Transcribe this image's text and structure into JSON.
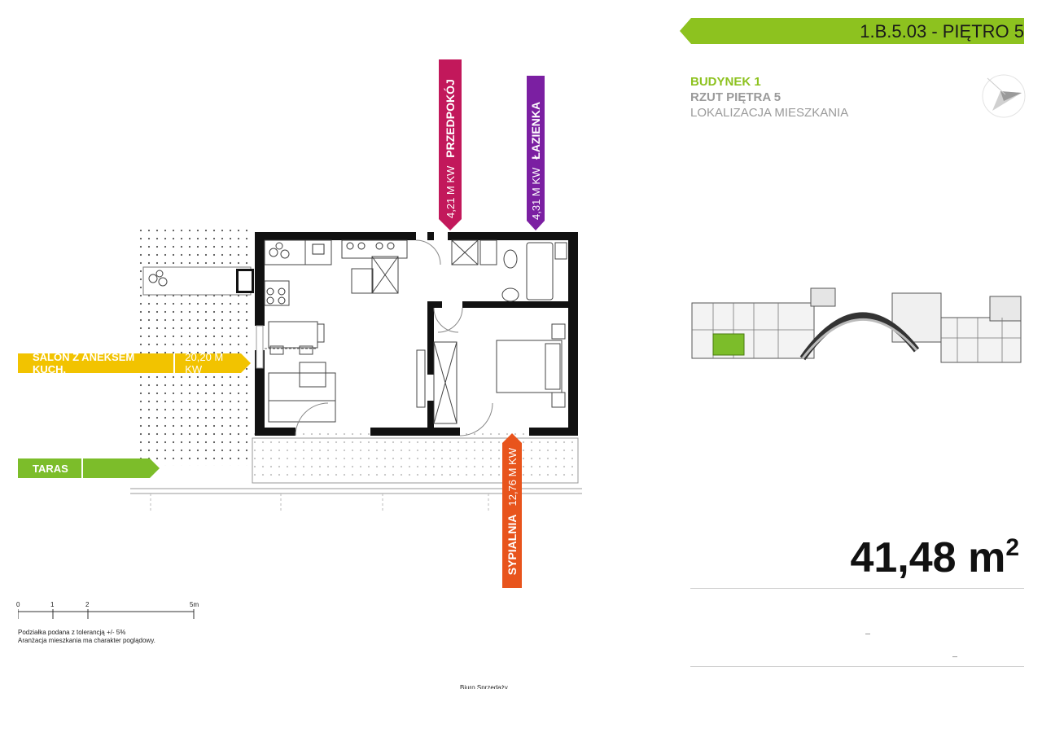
{
  "header": {
    "unit_code": "1.B.5.03",
    "floor": "- PIĘTRO 5"
  },
  "building_info": {
    "building": "BUDYNEK 1",
    "plan": "RZUT PIĘTRA 5",
    "location": "LOKALIZACJA MIESZKANIA"
  },
  "rooms": {
    "hall": {
      "name": "PRZEDPOKÓJ",
      "area": "4,21 M KW",
      "color": "#c2185b"
    },
    "bathroom": {
      "name": "ŁAZIENKA",
      "area": "4,31 M KW",
      "color": "#7b1fa2"
    },
    "living": {
      "name": "SALON Z ANEKSEM KUCH.",
      "area": "20,20 M KW",
      "color": "#f2c300"
    },
    "terrace": {
      "name": "TARAS",
      "color": "#7cbd2a"
    },
    "bedroom": {
      "name": "SYPIALNIA",
      "area": "12,76 M KW",
      "color": "#e8541c"
    }
  },
  "total_area": {
    "value": "41,48",
    "unit": "m",
    "exponent": "2"
  },
  "scale": {
    "ticks": [
      "0",
      "1",
      "2",
      "5m"
    ]
  },
  "notes": [
    "Podziałka podana z tolerancją +/- 5%",
    "Aranżacja mieszkania ma charakter poglądowy."
  ],
  "footer": {
    "office": "Biuro Sprzedaży"
  },
  "colors": {
    "accent": "#8dc21f",
    "wall": "#111111",
    "highlight": "#7cbd2a"
  },
  "icons": [
    "north-arrow-icon",
    "floor-plan-drawing",
    "building-key-plan"
  ]
}
